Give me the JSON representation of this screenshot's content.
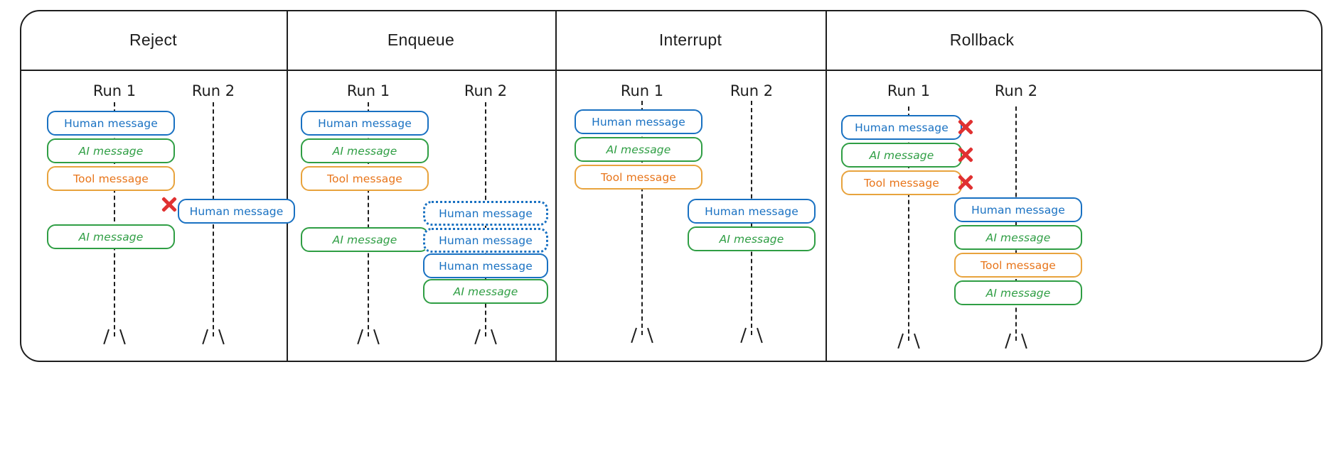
{
  "diagram": {
    "title_row_labels": [
      "Reject",
      "Enqueue",
      "Interrupt",
      "Rollback"
    ],
    "run_labels": {
      "run1": "Run 1",
      "run2": "Run 2"
    },
    "message_labels": {
      "human": "Human message",
      "ai": "AI message",
      "tool": "Tool message"
    },
    "colors": {
      "human": "#1971c2",
      "ai": "#2f9e44",
      "tool": "#e8751a",
      "reject_x": "#e03131",
      "line": "#1e1e1e",
      "background": "#ffffff"
    },
    "icons": {
      "reject": "red-x-icon",
      "arrow": "down-arrow-icon"
    },
    "panels": [
      {
        "id": "reject",
        "title": "Reject",
        "runs": [
          {
            "label": "Run 1",
            "messages": [
              {
                "type": "human",
                "label": "Human message",
                "style": "solid"
              },
              {
                "type": "ai",
                "label": "AI message",
                "style": "solid"
              },
              {
                "type": "tool",
                "label": "Tool message",
                "style": "solid"
              },
              {
                "type": "ai",
                "label": "AI message",
                "style": "solid"
              }
            ]
          },
          {
            "label": "Run 2",
            "messages": [
              {
                "type": "human",
                "label": "Human message",
                "style": "solid",
                "rejected": true
              }
            ]
          }
        ]
      },
      {
        "id": "enqueue",
        "title": "Enqueue",
        "runs": [
          {
            "label": "Run 1",
            "messages": [
              {
                "type": "human",
                "label": "Human message",
                "style": "solid"
              },
              {
                "type": "ai",
                "label": "AI message",
                "style": "solid"
              },
              {
                "type": "tool",
                "label": "Tool message",
                "style": "solid"
              },
              {
                "type": "ai",
                "label": "AI message",
                "style": "solid"
              }
            ]
          },
          {
            "label": "Run 2",
            "messages": [
              {
                "type": "human",
                "label": "Human message",
                "style": "dotted"
              },
              {
                "type": "human",
                "label": "Human message",
                "style": "dotted"
              },
              {
                "type": "human",
                "label": "Human message",
                "style": "solid"
              },
              {
                "type": "ai",
                "label": "AI message",
                "style": "solid"
              }
            ]
          }
        ]
      },
      {
        "id": "interrupt",
        "title": "Interrupt",
        "runs": [
          {
            "label": "Run 1",
            "messages": [
              {
                "type": "human",
                "label": "Human message",
                "style": "solid"
              },
              {
                "type": "ai",
                "label": "AI message",
                "style": "solid"
              },
              {
                "type": "tool",
                "label": "Tool message",
                "style": "solid"
              }
            ]
          },
          {
            "label": "Run 2",
            "messages": [
              {
                "type": "human",
                "label": "Human message",
                "style": "solid"
              },
              {
                "type": "ai",
                "label": "AI message",
                "style": "solid"
              }
            ]
          }
        ]
      },
      {
        "id": "rollback",
        "title": "Rollback",
        "runs": [
          {
            "label": "Run 1",
            "messages": [
              {
                "type": "human",
                "label": "Human message",
                "style": "solid",
                "rejected": true
              },
              {
                "type": "ai",
                "label": "AI message",
                "style": "solid",
                "rejected": true
              },
              {
                "type": "tool",
                "label": "Tool message",
                "style": "solid",
                "rejected": true
              }
            ]
          },
          {
            "label": "Run 2",
            "messages": [
              {
                "type": "human",
                "label": "Human message",
                "style": "solid"
              },
              {
                "type": "ai",
                "label": "AI message",
                "style": "solid"
              },
              {
                "type": "tool",
                "label": "Tool message",
                "style": "solid"
              },
              {
                "type": "ai",
                "label": "AI message",
                "style": "solid"
              }
            ]
          }
        ]
      }
    ]
  }
}
